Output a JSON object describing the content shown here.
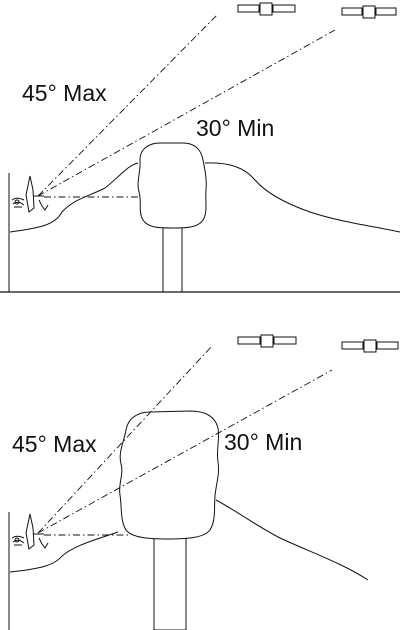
{
  "panels": [
    {
      "max_label": "45° Max",
      "min_label": "30° Min",
      "obstruction": "moderate"
    },
    {
      "max_label": "45° Max",
      "min_label": "30° Min",
      "obstruction": "blocking"
    }
  ],
  "colors": {
    "line": "#111111",
    "background": "#ffffff"
  },
  "icons": [
    "satellite-icon",
    "satellite-dish-icon",
    "tree-icon"
  ]
}
